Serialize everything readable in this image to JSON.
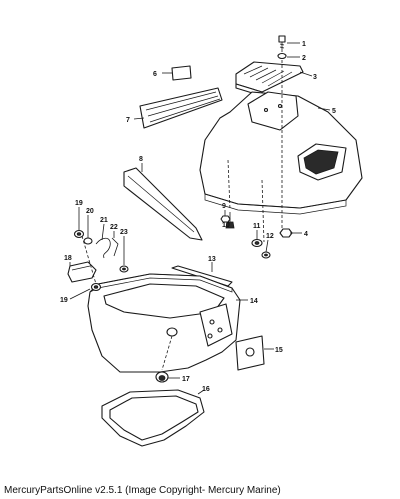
{
  "diagram": {
    "part_numbers": [
      "1",
      "2",
      "3",
      "4",
      "5",
      "6",
      "7",
      "8",
      "9",
      "10",
      "11",
      "12",
      "13",
      "14",
      "15",
      "16",
      "17",
      "18",
      "19",
      "20",
      "21",
      "22",
      "23",
      "19"
    ]
  },
  "footer": {
    "caption": "MercuryPartsOnline v2.5.1 (Image Copyright- Mercury Marine)"
  }
}
